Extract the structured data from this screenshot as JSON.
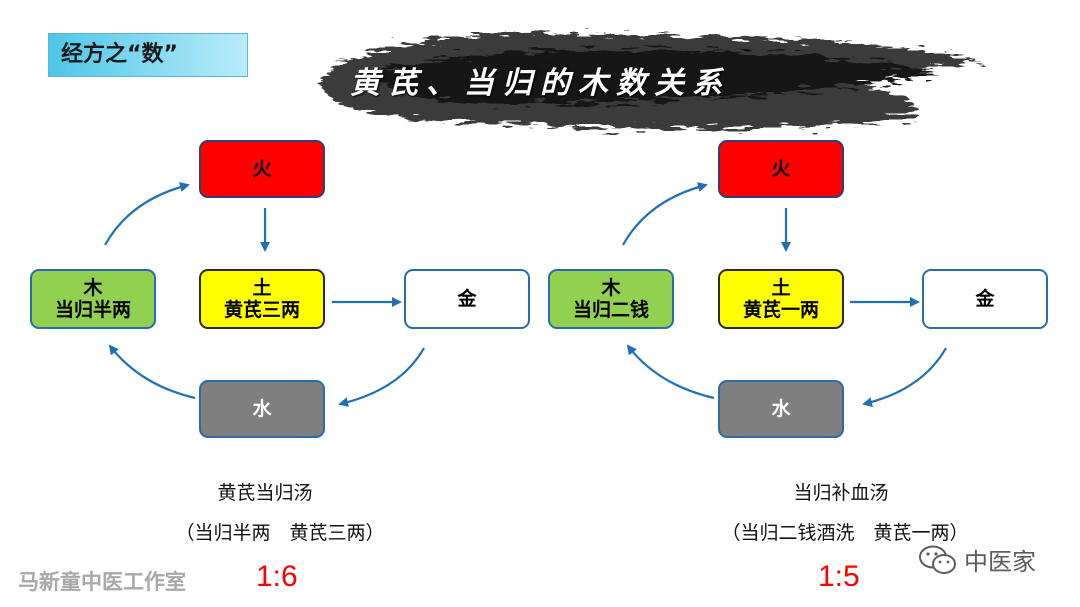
{
  "header": {
    "tag": "经方之“数”",
    "banner_title": "黄芪、当归的木数关系"
  },
  "left": {
    "fire": "火",
    "earth_line1": "土",
    "earth_line2": "黄芪三两",
    "metal": "金",
    "wood_line1": "木",
    "wood_line2": "当归半两",
    "water": "水",
    "caption_name": "黄芪当归汤",
    "caption_detail": "（当归半两　黄芪三两）",
    "ratio": "1:6"
  },
  "right": {
    "fire": "火",
    "earth_line1": "土",
    "earth_line2": "黄芪一两",
    "metal": "金",
    "wood_line1": "木",
    "wood_line2": "当归二钱",
    "water": "水",
    "caption_name": "当归补血汤",
    "caption_detail": "（当归二钱酒洗　黄芪一两）",
    "ratio": "1:5"
  },
  "footer": {
    "studio": "马新童中医工作室",
    "logo_text": "中医家"
  },
  "colors": {
    "fire": "#ff0000",
    "earth": "#ffff00",
    "wood": "#92d050",
    "water": "#7f7f7f",
    "arrow": "#1f6fb5",
    "ratio": "#ff0000"
  }
}
